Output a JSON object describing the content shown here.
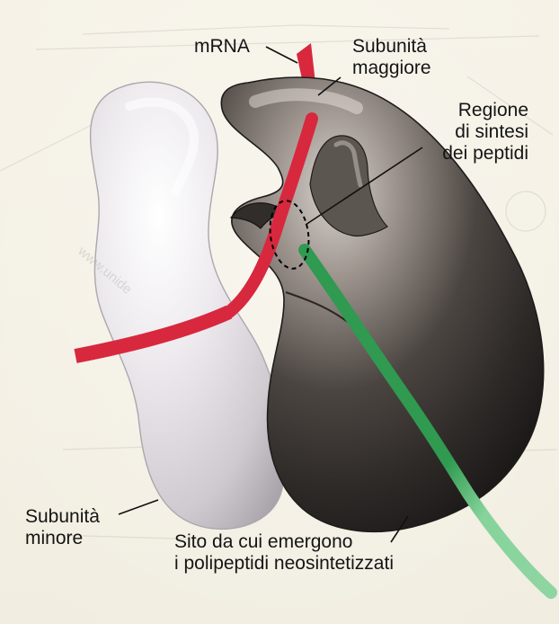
{
  "labels": {
    "mrna": "mRNA",
    "large_subunit": [
      "Subunità",
      "maggiore"
    ],
    "synthesis_region": [
      "Regione",
      "di sintesi",
      "dei peptidi"
    ],
    "small_subunit": [
      "Subunità",
      "minore"
    ],
    "emergence_site": [
      "Sito da cui emergono",
      "i polipeptidi neosintetizzati"
    ]
  },
  "watermark": "www.unide",
  "colors": {
    "background": "#f3efe3",
    "mrna": "#d8283e",
    "large_subunit": "#3d3835",
    "small_subunit": "#ddd9dd",
    "polypeptide": "#2f9a50",
    "polypeptide_tip": "#86d39b",
    "label_text": "#151515"
  }
}
